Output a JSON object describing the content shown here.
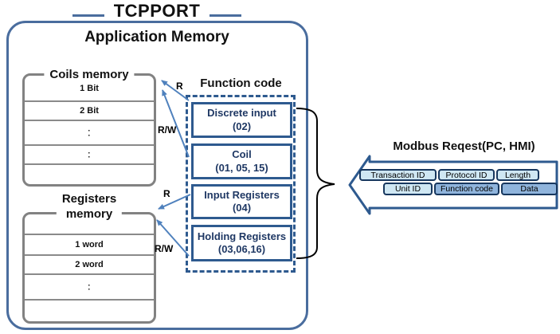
{
  "diagram_title": "TCPPORT",
  "app_memory": {
    "title": "Application Memory"
  },
  "coils_memory": {
    "title": "Coils memory",
    "rows": [
      "1 Bit",
      "2 Bit",
      "·\n·",
      "·\n·",
      ""
    ]
  },
  "registers_memory": {
    "title": "Registers\nmemory",
    "rows": [
      "",
      "1 word",
      "2 word",
      "·\n·",
      ""
    ]
  },
  "function_code": {
    "title": "Function code",
    "items": [
      {
        "name": "Discrete input",
        "code": "(02)"
      },
      {
        "name": "Coil",
        "code": "(01, 05, 15)"
      },
      {
        "name": "Input Registers",
        "code": "(04)"
      },
      {
        "name": "Holding Registers",
        "code": "(03,06,16)"
      }
    ]
  },
  "access_labels": {
    "coils_read": "R",
    "coils_readwrite": "R/W",
    "registers_read": "R",
    "registers_readwrite": "R/W"
  },
  "modbus_request": {
    "title": "Modbus Reqest(PC, HMI)",
    "fields_row1": [
      {
        "label": "Transaction ID"
      },
      {
        "label": "Protocol ID"
      },
      {
        "label": "Length"
      }
    ],
    "fields_row2": [
      {
        "label": "Unit ID"
      },
      {
        "label": "Function code"
      },
      {
        "label": "Data"
      }
    ]
  },
  "colors": {
    "outer_border": "#4a6d9e",
    "memory_border": "#828282",
    "function_border": "#2e5a8f",
    "arrow_blue": "#4f81bd",
    "brace_black": "#000000",
    "field_light": "#cfe7f3",
    "field_medium": "#8fb4dc",
    "field_border": "#17375e",
    "function_text": "#1f3864"
  }
}
